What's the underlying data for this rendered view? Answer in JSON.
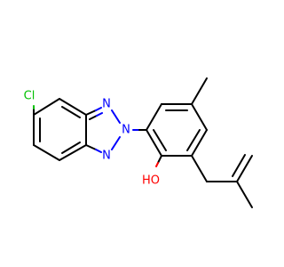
{
  "molecule": {
    "atoms": {
      "cl": {
        "text": "Cl",
        "color": "#00c000"
      },
      "n1": {
        "text": "N",
        "color": "#0000ff"
      },
      "n2": {
        "text": "N",
        "color": "#0000ff"
      },
      "n3": {
        "text": "N",
        "color": "#0000ff"
      },
      "o": {
        "text": "HO",
        "color": "#ff0000"
      }
    },
    "colors": {
      "carbon_bond": "#000000",
      "nitrogen": "#0000ff",
      "chlorine": "#00c000",
      "oxygen": "#ff0000",
      "background": "#ffffff"
    }
  }
}
